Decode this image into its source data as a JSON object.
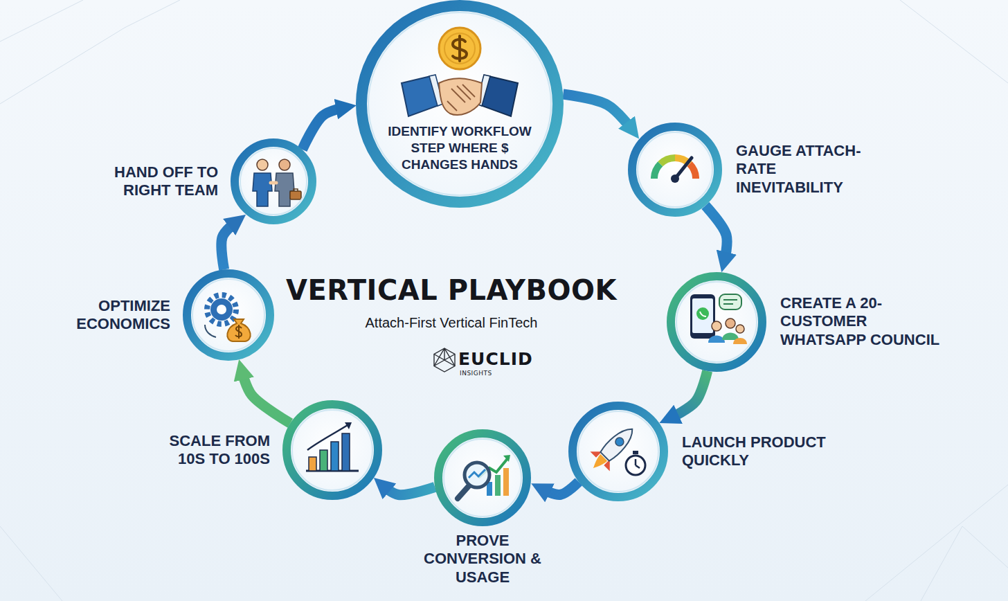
{
  "diagram": {
    "title": "VERTICAL PLAYBOOK",
    "nodes": [
      {
        "text": [
          "IDENTIFY WORKFLOW STEP WHERE $ CHANGES HANDS"
        ]
      },
      {
        "text": [
          "GAUGE ATTACH-RATE INEVITABILITY"
        ]
      },
      {
        "text": [
          "CREATE A 20-CUSTOMER WHATSAPP COUNCIL"
        ]
      },
      {
        "text": [
          "LAUNCH PRODUCT QUICKLY"
        ]
      },
      {
        "text": [
          "PROVE CONVERSION & USAGE"
        ]
      },
      {
        "text": [
          "SCALE FROM 10S TO 100S"
        ]
      },
      {
        "text": [
          "OPTIMIZE ECONOMICS"
        ]
      },
      {
        "text": [
          "HAND OFF TO RIGHT TEAM"
        ]
      }
    ],
    "edges": [
      {
        "from": 0,
        "to": 1,
        "arrow": "to"
      },
      {
        "from": 1,
        "to": 2,
        "arrow": "to"
      },
      {
        "from": 2,
        "to": 3,
        "arrow": "to"
      },
      {
        "from": 3,
        "to": 4,
        "arrow": "to"
      },
      {
        "from": 4,
        "to": 5,
        "arrow": "to"
      },
      {
        "from": 5,
        "to": 6,
        "arrow": "to"
      },
      {
        "from": 6,
        "to": 7,
        "arrow": "to"
      },
      {
        "from": 7,
        "to": 0,
        "arrow": "to"
      }
    ],
    "labels": [
      "Attach-First Vertical FinTech",
      "EUCLID",
      "INSIGHTS"
    ]
  }
}
